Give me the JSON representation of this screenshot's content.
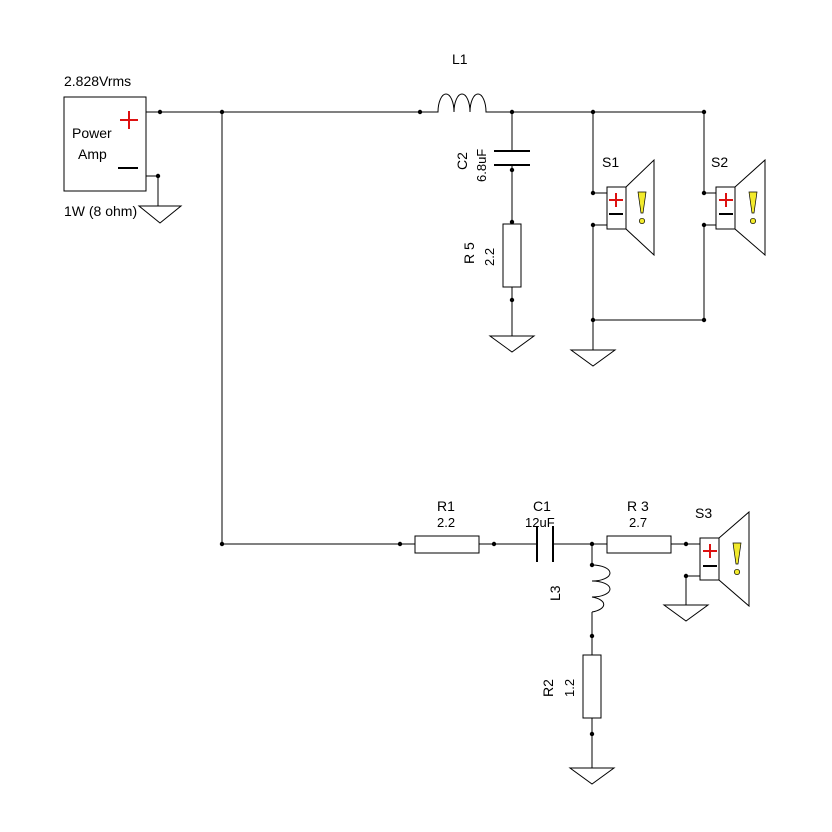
{
  "amp": {
    "voltage": "2.828Vrms",
    "name_line1": "Power",
    "name_line2": "Amp",
    "power": "1W (8 ohm)"
  },
  "components": {
    "L1": {
      "ref": "L1"
    },
    "C2": {
      "ref": "C2",
      "value": "6.8uF"
    },
    "R5": {
      "ref": "R 5",
      "value": "2.2"
    },
    "R1": {
      "ref": "R1",
      "value": "2.2"
    },
    "C1": {
      "ref": "C1",
      "value": "12uF"
    },
    "R3": {
      "ref": "R 3",
      "value": "2.7"
    },
    "L3": {
      "ref": "L3"
    },
    "R2": {
      "ref": "R2",
      "value": "1.2"
    }
  },
  "speakers": {
    "S1": {
      "ref": "S1"
    },
    "S2": {
      "ref": "S2"
    },
    "S3": {
      "ref": "S3"
    }
  },
  "colors": {
    "plus": "#dd1111",
    "warning": "#f2ea2c"
  }
}
